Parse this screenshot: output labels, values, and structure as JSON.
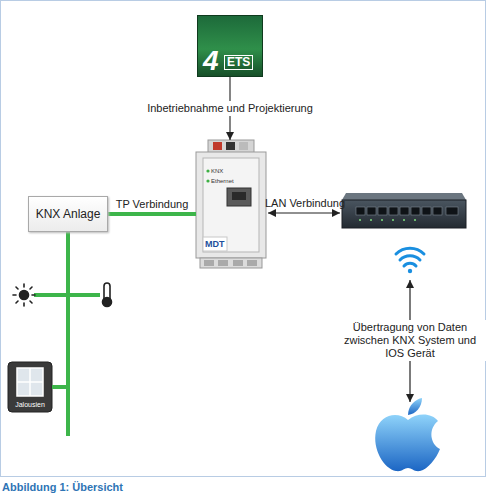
{
  "diagram": {
    "caption": "Abbildung 1: Übersicht",
    "nodes": [
      {
        "text": [
          "4",
          "ETS"
        ]
      },
      {
        "text": [
          "KNX Anlage"
        ]
      },
      {
        "text": [
          "KNX",
          "Ethernet",
          "MDT"
        ]
      },
      {
        "text": [
          "Jalousien"
        ]
      }
    ],
    "edges": [
      {
        "from": 0,
        "to": 2,
        "label": "Inbetriebnahme und Projektierung",
        "arrow": "to"
      },
      {
        "from": 1,
        "to": 2,
        "label": "TP Verbindung",
        "arrow": "none"
      },
      {
        "from": 1,
        "to": 3,
        "arrow": "none"
      }
    ],
    "labels": [
      "LAN Verbindung",
      "Übertragung von Daten zwischen KNX System und IOS Gerät"
    ]
  }
}
